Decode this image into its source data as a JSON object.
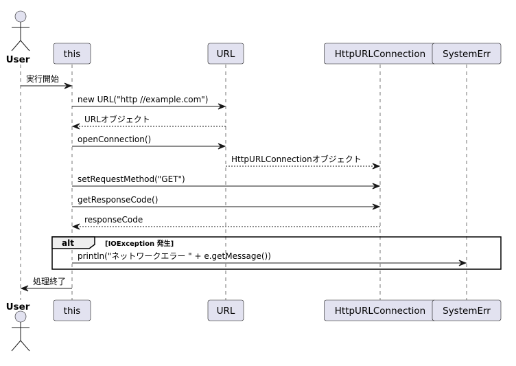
{
  "participants": [
    {
      "id": "user",
      "name": "User",
      "kind": "actor"
    },
    {
      "id": "this",
      "name": "this",
      "kind": "participant"
    },
    {
      "id": "url",
      "name": "URL",
      "kind": "participant"
    },
    {
      "id": "http",
      "name": "HttpURLConnection",
      "kind": "participant"
    },
    {
      "id": "syserr",
      "name": "SystemErr",
      "kind": "participant"
    }
  ],
  "messages": [
    {
      "from": "user",
      "to": "this",
      "label": "実行開始",
      "style": "solid"
    },
    {
      "from": "this",
      "to": "url",
      "label": "new URL(\"http //example.com\")",
      "style": "solid"
    },
    {
      "from": "url",
      "to": "this",
      "label": "URLオブジェクト",
      "style": "dashed"
    },
    {
      "from": "this",
      "to": "url",
      "label": "openConnection()",
      "style": "solid"
    },
    {
      "from": "url",
      "to": "http",
      "label": "HttpURLConnectionオブジェクト",
      "style": "dashed"
    },
    {
      "from": "this",
      "to": "http",
      "label": "setRequestMethod(\"GET\")",
      "style": "solid"
    },
    {
      "from": "this",
      "to": "http",
      "label": "getResponseCode()",
      "style": "solid"
    },
    {
      "from": "http",
      "to": "this",
      "label": "responseCode",
      "style": "dashed"
    },
    {
      "from": "this",
      "to": "syserr",
      "label": "println(\"ネットワークエラー \" + e.getMessage())",
      "style": "solid"
    },
    {
      "from": "this",
      "to": "user",
      "label": "処理終了",
      "style": "solid"
    }
  ],
  "fragment": {
    "keyword": "alt",
    "condition": "[IOException 発生]"
  },
  "colors": {
    "participant_fill": "#E2E2F0",
    "line": "#181818",
    "background": "#FFFFFF"
  }
}
